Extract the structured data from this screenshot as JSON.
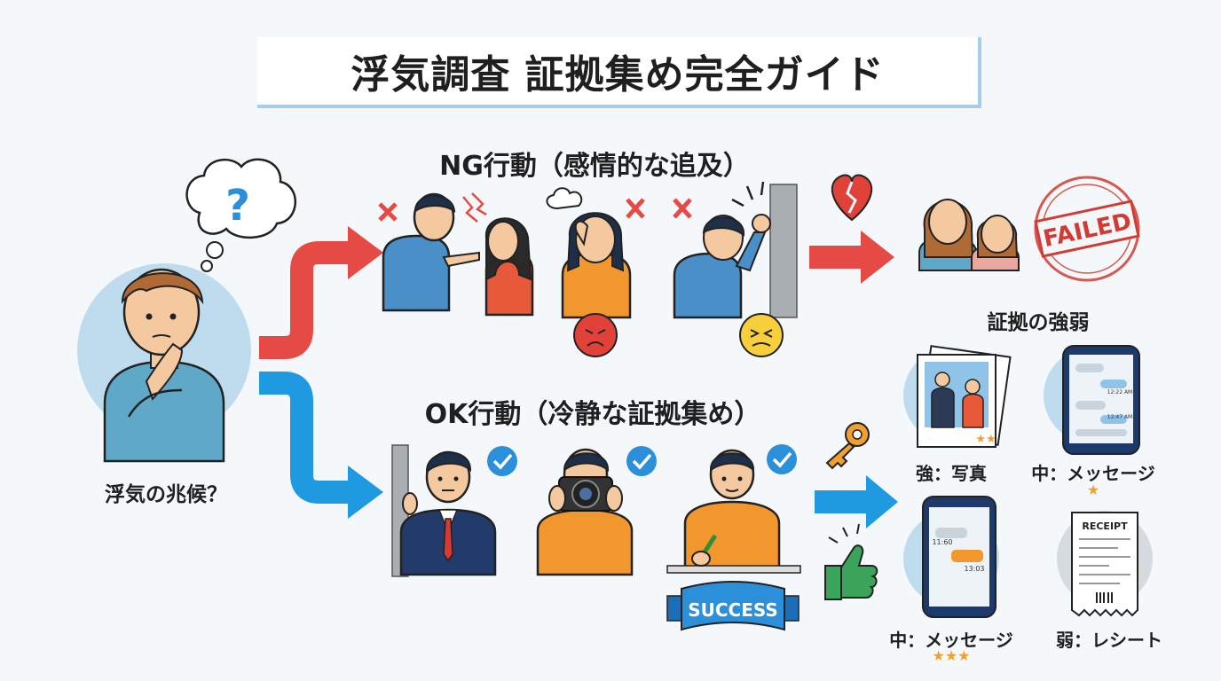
{
  "title": "浮気調査 証拠集め完全ガイド",
  "start": {
    "label": "浮気の兆候？",
    "thought_mark": "?"
  },
  "ng": {
    "title": "NG行動（感情的な追及）",
    "result_stamp": "FAILED"
  },
  "ok": {
    "title": "OK行動（冷静な証拠集め）",
    "result_banner": "SUCCESS"
  },
  "evidence": {
    "title": "証拠の強弱",
    "items": [
      {
        "label": "強：写真",
        "stars": "★★"
      },
      {
        "label": "中：メッセージ",
        "stars": "★"
      },
      {
        "label": "中：メッセージ",
        "stars": "★★★"
      },
      {
        "label": "弱：レシート",
        "stars": ""
      }
    ],
    "receipt_title": "RECEIPT",
    "chat_times": [
      "12:22 AM",
      "12:47 AM"
    ],
    "phone_times": [
      "11:60",
      "13:03"
    ]
  },
  "colors": {
    "ng": "#e64a45",
    "ok": "#1f9ae0",
    "check": "#2c8fd9",
    "star": "#f0a030"
  }
}
